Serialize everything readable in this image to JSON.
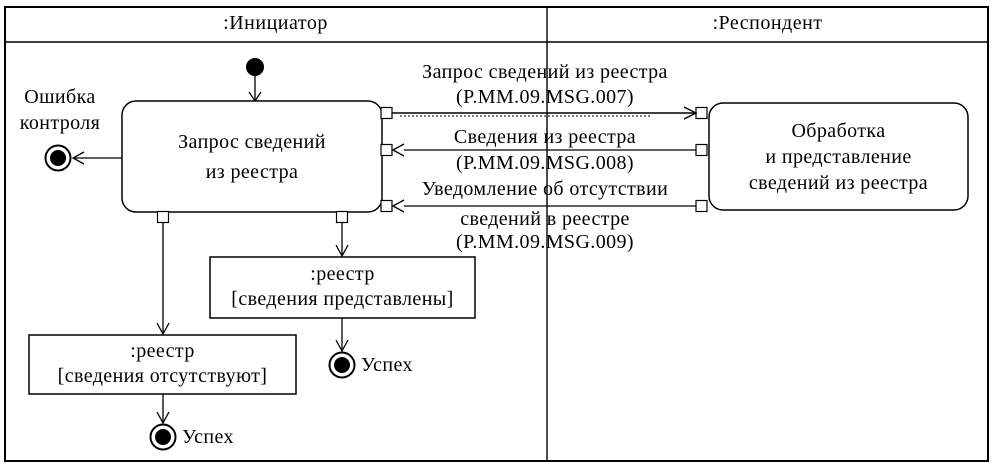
{
  "diagram": {
    "title": "UML activity diagram — request of registry data",
    "colors": {
      "line": "#000000",
      "background": "#ffffff"
    },
    "lanes": [
      {
        "title": ":Инициатор"
      },
      {
        "title": ":Респондент"
      }
    ],
    "states": {
      "initiator": {
        "lines": [
          "Запрос сведений",
          "из реестра"
        ]
      },
      "respondent": {
        "lines": [
          "Обработка",
          "и представление",
          "сведений из реестра"
        ]
      }
    },
    "messages": [
      {
        "direction": "right",
        "lines": [
          "Запрос сведений из реестра",
          "(P.MM.09.MSG.007)"
        ]
      },
      {
        "direction": "left",
        "lines": [
          "Сведения из реестра",
          "(P.MM.09.MSG.008)"
        ]
      },
      {
        "direction": "left",
        "lines": [
          "Уведомление об отсутствии",
          "сведений в реестре",
          "(P.MM.09.MSG.009)"
        ]
      }
    ],
    "objects": [
      {
        "lines": [
          ":реестр",
          "[сведения представлены]"
        ]
      },
      {
        "lines": [
          ":реестр",
          "[сведения отсутствуют]"
        ]
      }
    ],
    "final_states": {
      "error": {
        "label_lines": [
          "Ошибка",
          "контроля"
        ]
      },
      "success_1": {
        "label": "Успех"
      },
      "success_2": {
        "label": "Успех"
      }
    }
  }
}
